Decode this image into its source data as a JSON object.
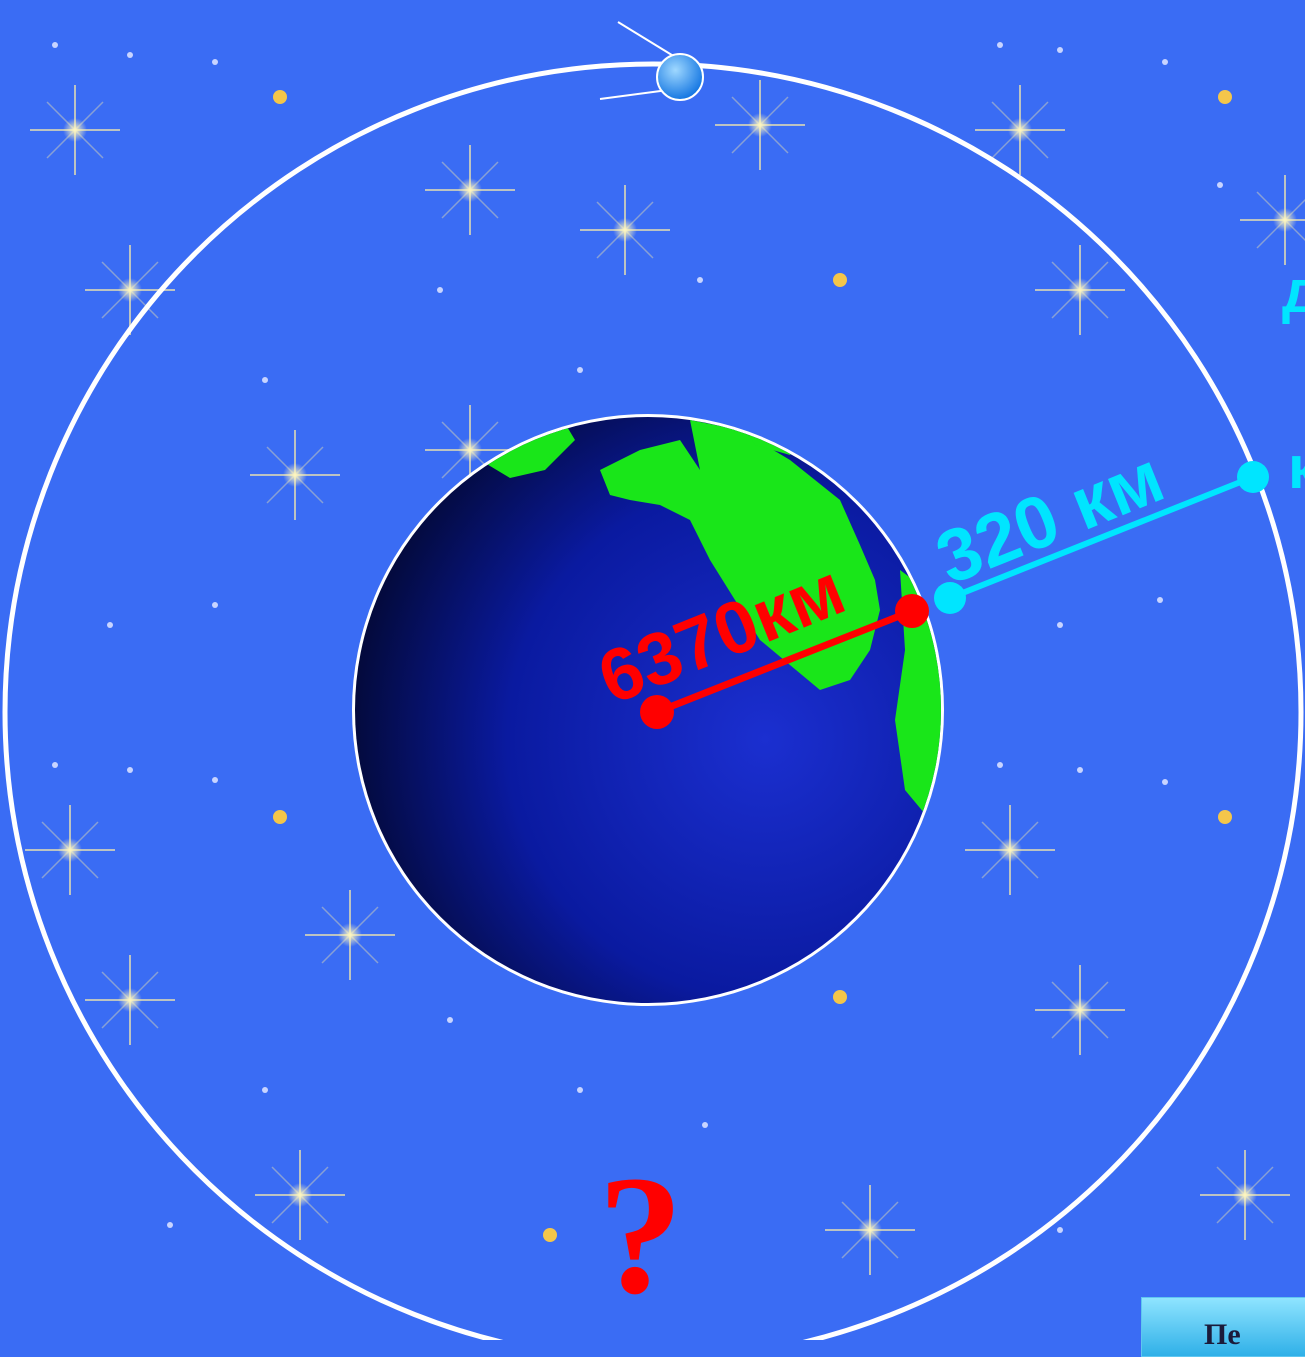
{
  "diagram": {
    "earth_radius_label": "6370км",
    "altitude_label": "320 км",
    "question_mark": "?"
  },
  "cropped_text": {
    "right_upper": "д",
    "right_middle": "к"
  },
  "navigation": {
    "next_button_label": "Пе"
  },
  "colors": {
    "background": "#3a6cf4",
    "radius_line": "#ff0000",
    "altitude_line": "#00e5ff",
    "orbit": "#ffffff",
    "ocean": "#0a1aa0",
    "land": "#19e619",
    "satellite": "#1e90ff"
  },
  "icons": {
    "satellite": "satellite-icon",
    "earth": "earth-globe-icon",
    "stars": "star-icon"
  }
}
